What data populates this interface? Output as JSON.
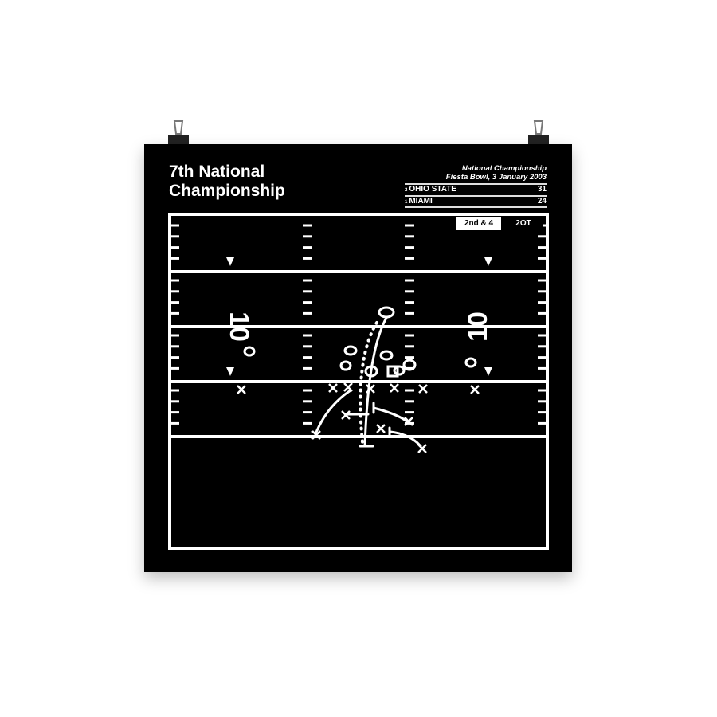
{
  "title": "7th National Championship",
  "game": {
    "name": "National Championship",
    "details": "Fiesta Bowl, 3 January 2003"
  },
  "teams": [
    {
      "seed": "2",
      "name": "OHIO STATE",
      "score": "31"
    },
    {
      "seed": "1",
      "name": "MIAMI",
      "score": "24"
    }
  ],
  "situation": {
    "down": "2nd & 4",
    "period": "2OT"
  },
  "yard_numbers": {
    "left": "10",
    "right": "10"
  },
  "colors": {
    "background": "#000000",
    "lines": "#ffffff"
  }
}
